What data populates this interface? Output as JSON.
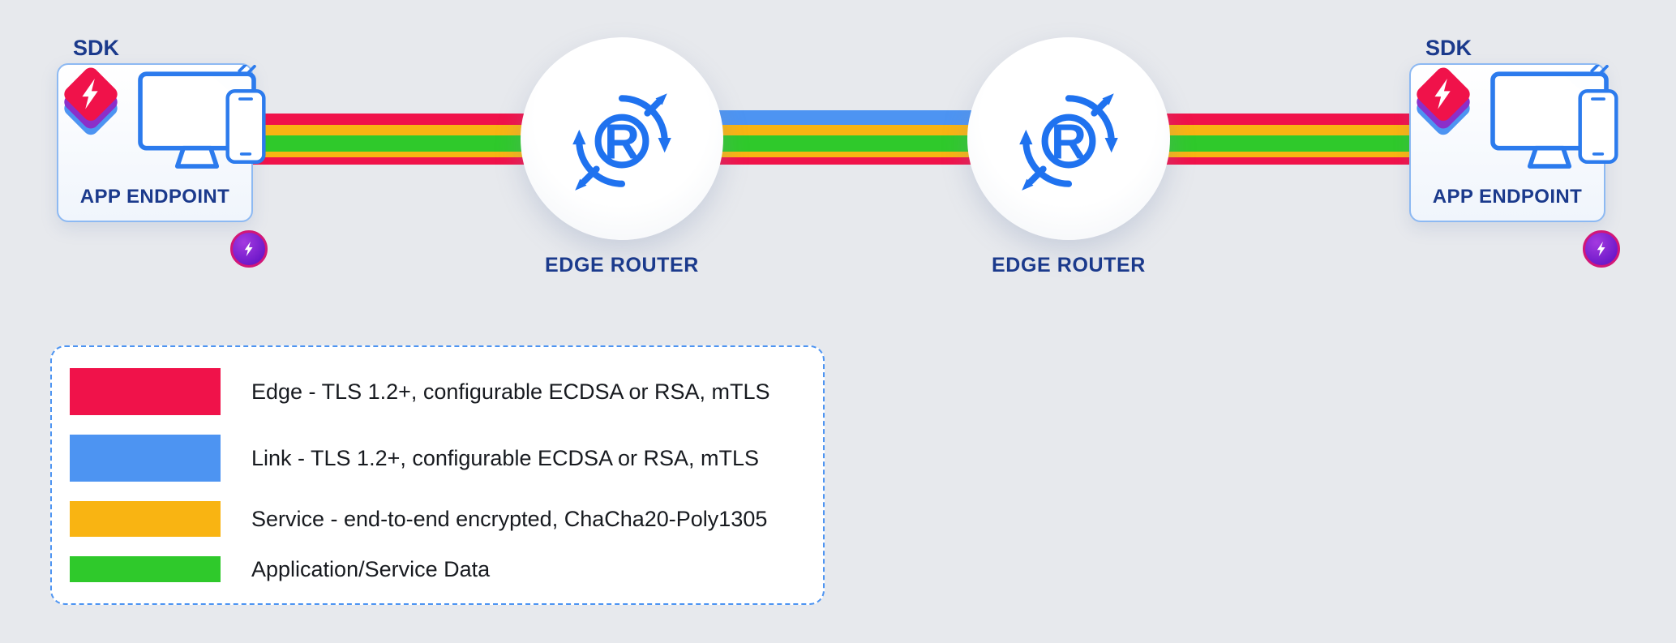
{
  "diagram": {
    "endpoints": [
      {
        "sdk_label": "SDK",
        "label": "APP ENDPOINT"
      },
      {
        "sdk_label": "SDK",
        "label": "APP ENDPOINT"
      }
    ],
    "routers": [
      {
        "label": "EDGE ROUTER"
      },
      {
        "label": "EDGE ROUTER"
      }
    ]
  },
  "colors": {
    "background": "#e7e9ed",
    "edge": "#f0124a",
    "link": "#4d94f2",
    "service": "#f9b412",
    "data": "#2fc92b",
    "label_navy": "#1b3a8c",
    "icon_blue": "#1f72ef"
  },
  "legend": {
    "items": [
      {
        "name": "edge",
        "color": "#f0124a",
        "label": "Edge - TLS 1.2+, configurable ECDSA or RSA, mTLS"
      },
      {
        "name": "link",
        "color": "#4d94f2",
        "label": "Link - TLS 1.2+, configurable ECDSA or RSA, mTLS"
      },
      {
        "name": "service",
        "color": "#f9b412",
        "label": "Service - end-to-end encrypted, ChaCha20-Poly1305"
      },
      {
        "name": "data",
        "color": "#2fc92b",
        "label": "Application/Service Data"
      }
    ]
  }
}
